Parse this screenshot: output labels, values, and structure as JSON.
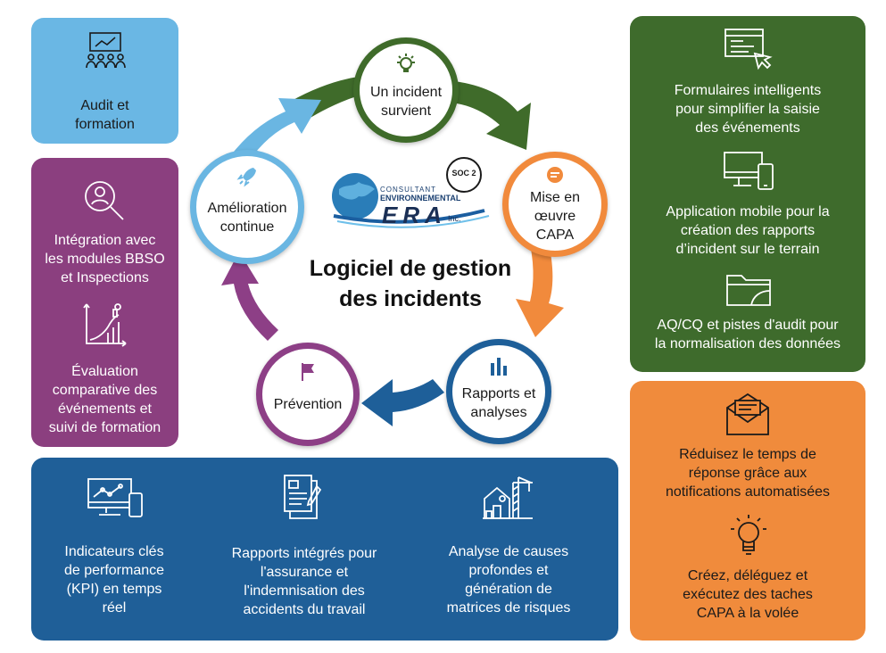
{
  "center": {
    "title_line1": "Logiciel de gestion",
    "title_line2": "des incidents"
  },
  "logo": {
    "line1": "CONSULTANT",
    "line2": "ENVIRONNEMENTAL",
    "brand": "ERA",
    "suffix": "Inc.",
    "badge": "SOC 2"
  },
  "cycle": [
    {
      "line1": "Un incident",
      "line2": "survient",
      "color": "#3f6b2a",
      "icon": "lightbulb-icon"
    },
    {
      "line1": "Mise en",
      "line2": "œuvre",
      "line3": "CAPA",
      "color": "#f18a3c",
      "icon": "chat-bubble-icon"
    },
    {
      "line1": "Rapports et",
      "line2": "analyses",
      "color": "#1e5f99",
      "icon": "bar-chart-icon"
    },
    {
      "line1": "Prévention",
      "color": "#8d3f86",
      "icon": "flag-icon"
    },
    {
      "line1": "Amélioration",
      "line2": "continue",
      "color": "#6ab6e2",
      "icon": "rocket-icon"
    }
  ],
  "panels": {
    "audit": {
      "line1": "Audit et",
      "line2": "formation",
      "color": "#6ab7e4",
      "icon": "presentation-audience-icon"
    },
    "purple": {
      "color": "#8b3f7f",
      "item1": {
        "line1": "Intégration avec",
        "line2": "les modules BBSO",
        "line3": "et Inspections",
        "icon": "user-search-icon"
      },
      "item2": {
        "line1": "Évaluation",
        "line2": "comparative des",
        "line3": "événements et",
        "line4": "suivi de formation",
        "icon": "growth-chart-icon"
      }
    },
    "green": {
      "color": "#3e6b2c",
      "item1": {
        "line1": "Formulaires intelligents",
        "line2": "pour simplifier la saisie",
        "line3": "des événements",
        "icon": "form-cursor-icon"
      },
      "item2": {
        "line1": "Application mobile pour la",
        "line2": "création des rapports",
        "line3": "d’incident sur le terrain",
        "icon": "devices-icon"
      },
      "item3": {
        "line1": "AQ/CQ et pistes d'audit pour",
        "line2": "la normalisation des données",
        "icon": "folder-icon"
      }
    },
    "orange": {
      "color": "#f08b3c",
      "item1": {
        "line1": "Réduisez le temps de",
        "line2": "réponse grâce aux",
        "line3": "notifications automatisées",
        "icon": "envelope-icon"
      },
      "item2": {
        "line1": "Créez, déléguez et",
        "line2": "exécutez des taches",
        "line3": "CAPA à la volée",
        "icon": "lightbulb-outline-icon"
      }
    },
    "bottom": {
      "color": "#1f5f98",
      "item1": {
        "line1": "Indicateurs clés",
        "line2": "de performance",
        "line3": "(KPI) en temps",
        "line4": "réel",
        "icon": "monitor-phone-icon"
      },
      "item2": {
        "line1": "Rapports intégrés pour",
        "line2": "l'assurance et",
        "line3": "l'indemnisation des",
        "line4": "accidents du travail",
        "icon": "document-pen-icon"
      },
      "item3": {
        "line1": "Analyse de causes",
        "line2": "profondes et",
        "line3": "génération de",
        "line4": "matrices de risques",
        "icon": "construction-site-icon"
      }
    }
  }
}
